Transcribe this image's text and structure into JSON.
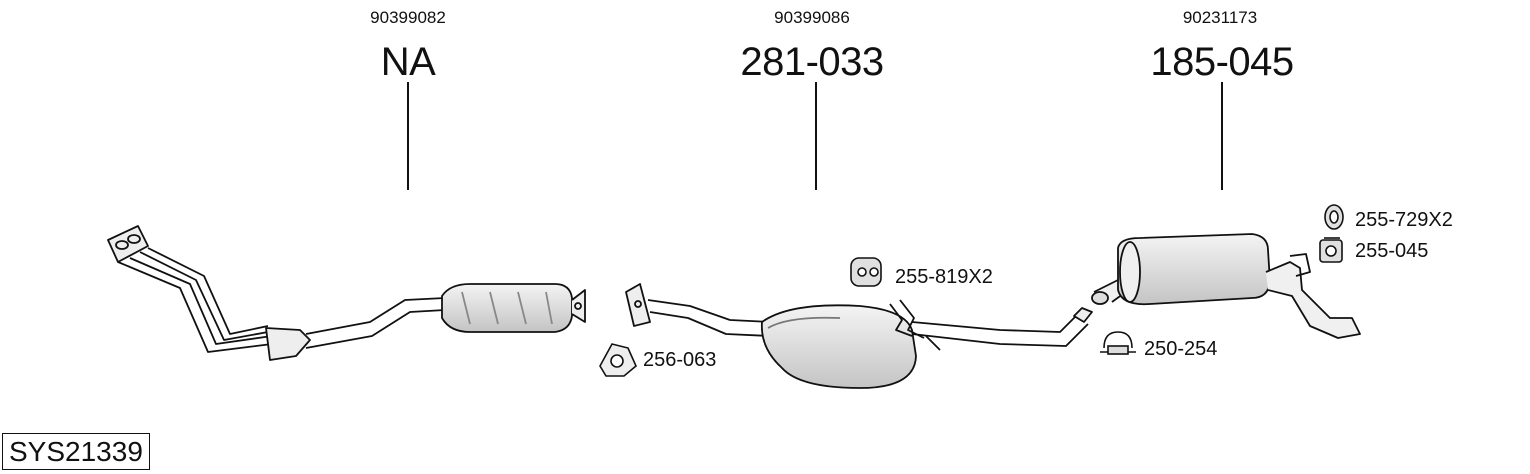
{
  "parts": [
    {
      "oe_number": "90399082",
      "part_number": "NA"
    },
    {
      "oe_number": "90399086",
      "part_number": "281-033"
    },
    {
      "oe_number": "90231173",
      "part_number": "185-045"
    }
  ],
  "accessories": {
    "gasket": "256-063",
    "rubber_mount_front": "255-819X2",
    "clamp": "250-254",
    "rubber_ring": "255-729X2",
    "rubber_mount_rear": "255-045"
  },
  "system_code": "SYS21339",
  "colors": {
    "line": "#111111",
    "part_fill": "#e6e6e6",
    "part_shade": "#bdbdbd",
    "background": "#ffffff"
  }
}
